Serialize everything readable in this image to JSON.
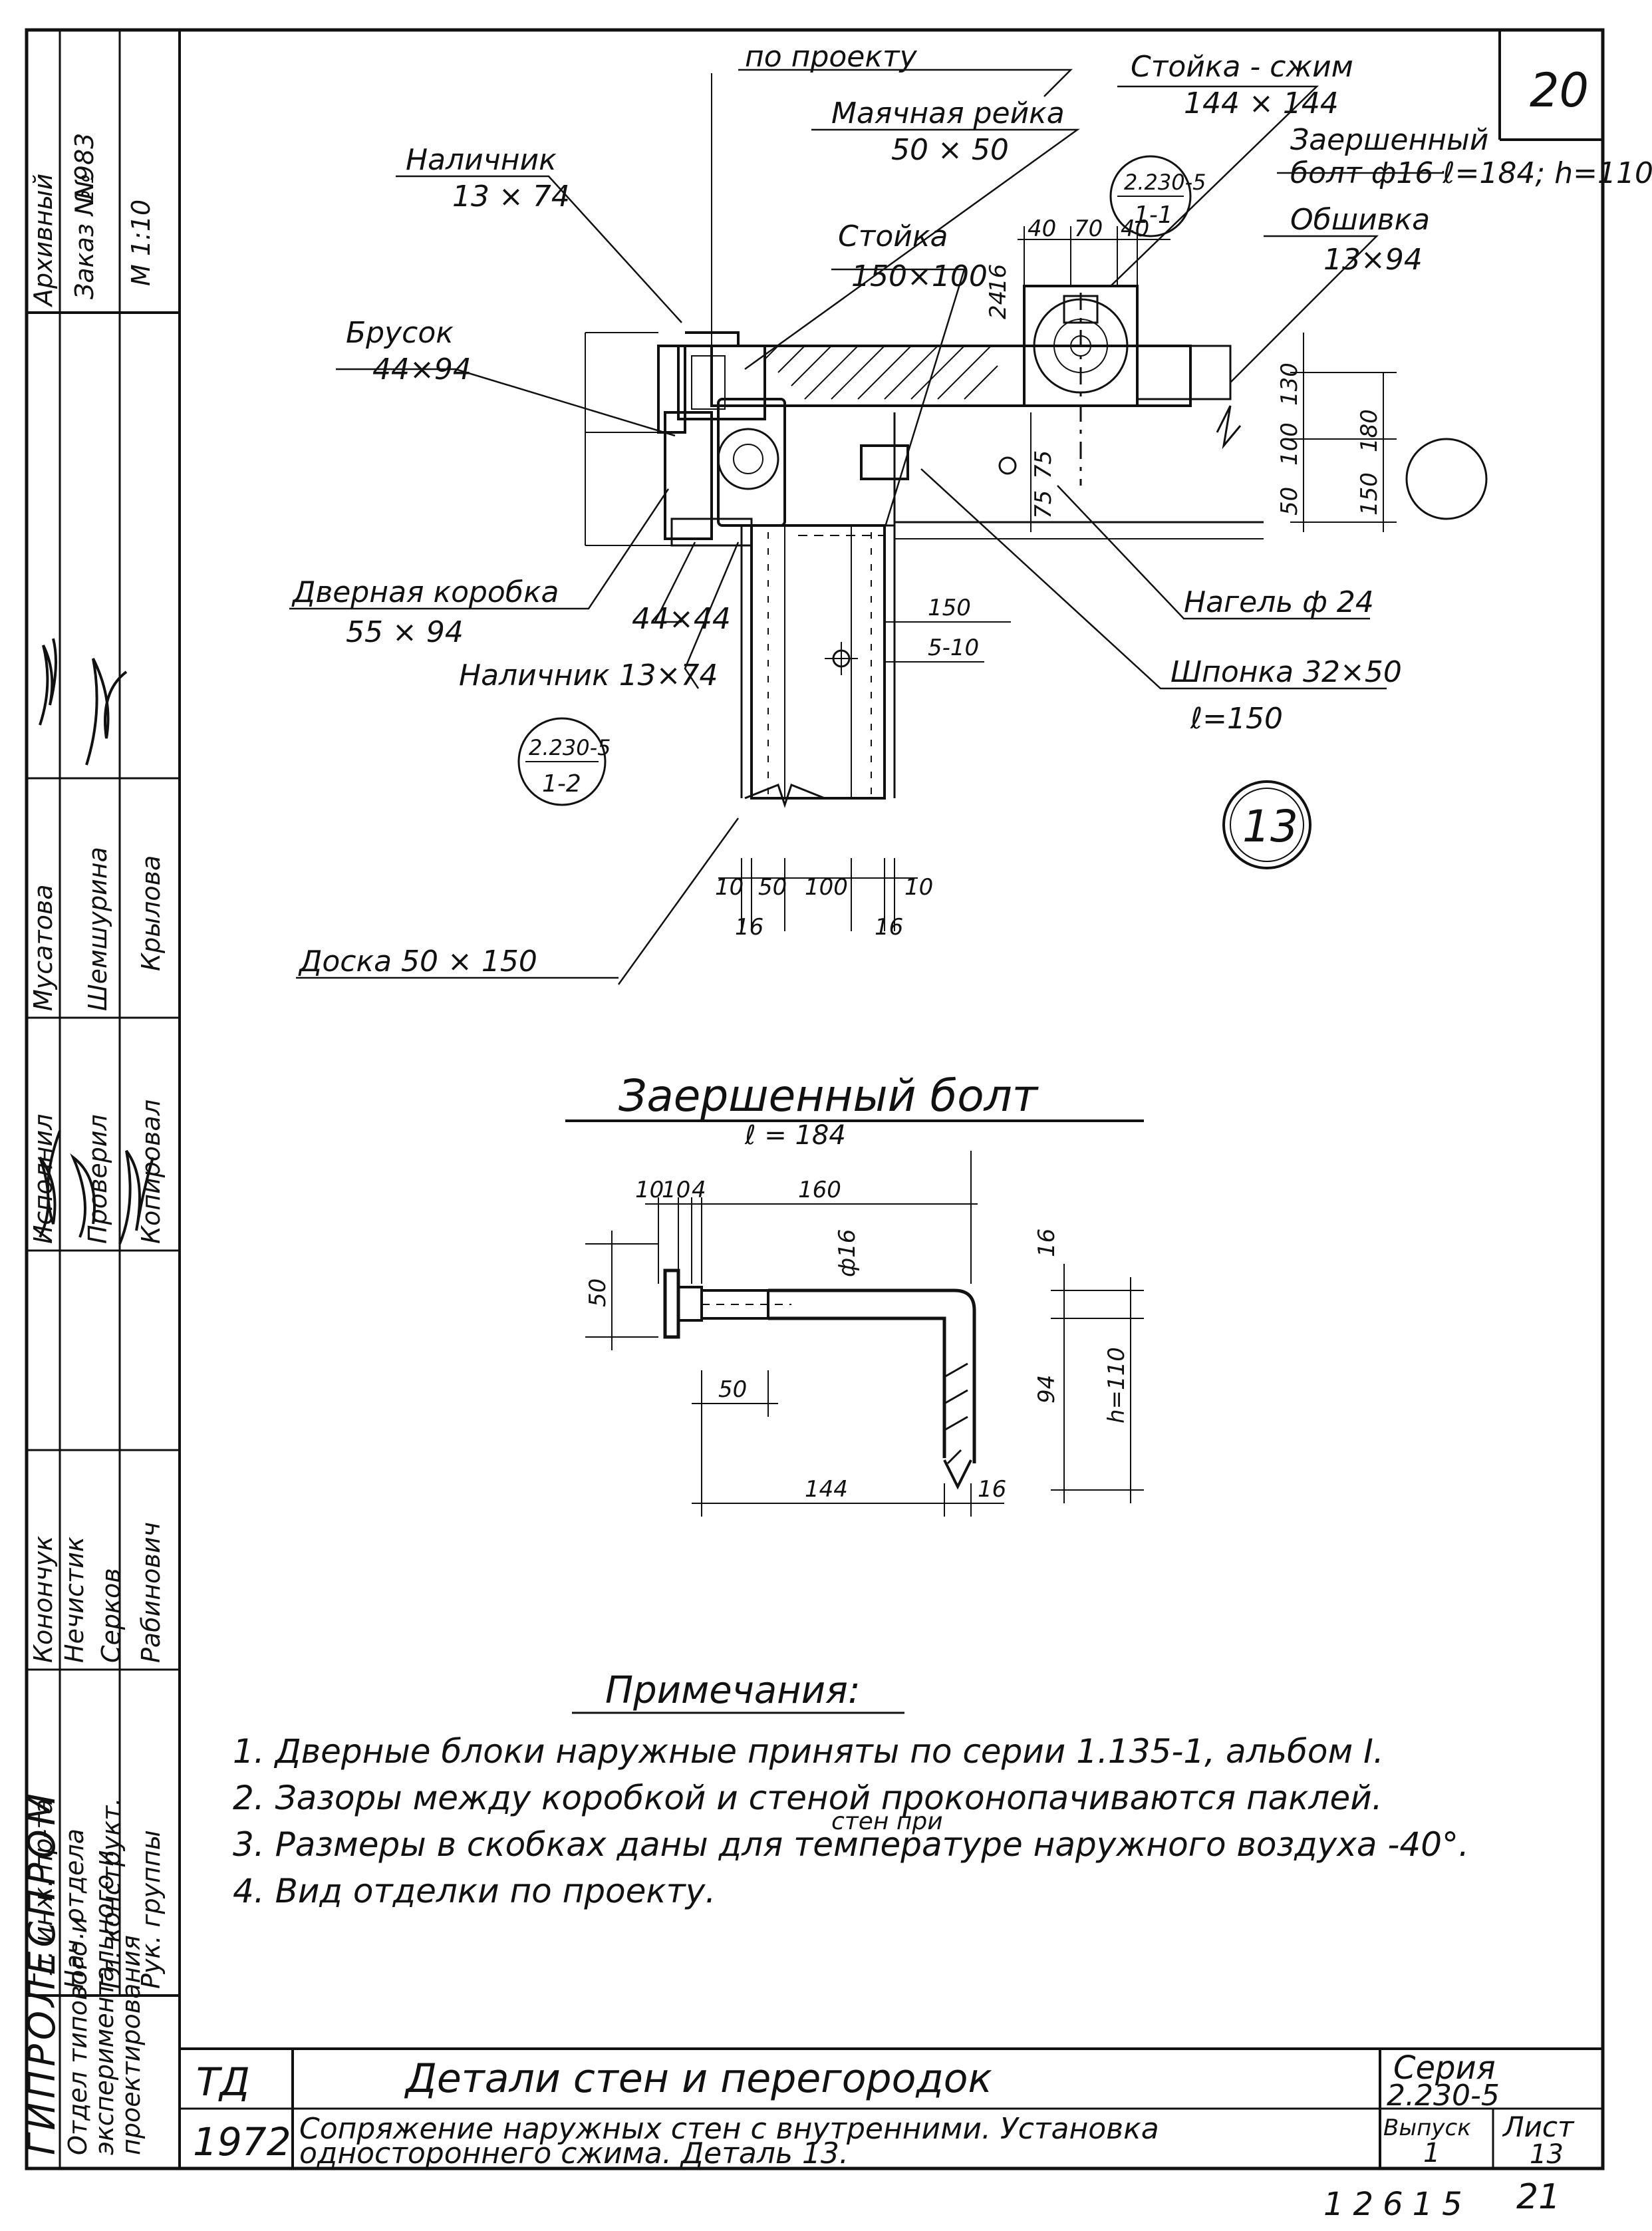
{
  "sheet": {
    "sheet_number": "20",
    "footer_number": "12615",
    "footer_page": "21"
  },
  "side_stamp": {
    "archive_label": "Архивный",
    "archive_no": "№",
    "order_label": "Заказ № 983",
    "scale_label": "М 1:10",
    "org_name": "ГИПРОЛЕСПРОМ",
    "org_dept_line1": "Отдел типового и",
    "org_dept_line2": "экспериментального и",
    "org_dept_line3": "проектирования",
    "roles": [
      {
        "role": "Гл. инж. пр-та",
        "name": "Конончук"
      },
      {
        "role": "Нач. отдела",
        "name": "Нечистик"
      },
      {
        "role": "Гл. конструкт.",
        "name": "Серков"
      },
      {
        "role": "Рук. группы",
        "name": "Рабинович"
      }
    ],
    "execs": [
      {
        "role": "Исполнил",
        "name": "Мусатова"
      },
      {
        "role": "Проверил",
        "name": "Шемшурина"
      },
      {
        "role": "Копировал",
        "name": "Крылова"
      }
    ]
  },
  "detail_13": {
    "callouts": {
      "po_proektu": "по проекту",
      "stoika_szhim": "Стойка - сжим",
      "stoika_szhim_size": "144 × 144",
      "mayachnaya": "Маячная рейка",
      "mayachnaya_size": "50 × 50",
      "nalichnik_top": "Наличник",
      "nalichnik_top_size": "13 × 74",
      "zaershenny": "Заершенный",
      "zaershenny_size": "болт ф16 ℓ=184; h=110",
      "obshivka": "Обшивка",
      "obshivka_size": "13×94",
      "stoika": "Стойка",
      "stoika_size": "150×100",
      "brusok": "Брусок",
      "brusok_size": "44×94",
      "dvernaya": "Дверная коробка",
      "dvernaya_size": "55 × 94",
      "size_44": "44×44",
      "nalichnik_bot": "Наличник 13×74",
      "nagel": "Нагель ф 24",
      "shponka": "Шпонка 32×50",
      "shponka_len": "ℓ=150",
      "doska": "Доска 50 × 150"
    },
    "refs": [
      {
        "top": "2.230-5",
        "bottom": "1-1"
      },
      {
        "top": "2.230-5",
        "bottom": "1-2"
      }
    ],
    "detail_number": "13",
    "dims": {
      "d40a": "40",
      "d70": "70",
      "d40b": "40",
      "d24": "24",
      "d16": "16",
      "d75a": "75",
      "d75b": "75",
      "d130": "130",
      "d100": "100",
      "d50": "50",
      "d180": "180",
      "d150v": "150",
      "d150h": "150",
      "d5_10": "5-10",
      "b10a": "10",
      "b50": "50",
      "b100": "100",
      "b10b": "10",
      "b16a": "16",
      "b16b": "16"
    }
  },
  "bolt": {
    "title": "Заершенный болт",
    "length_label": "ℓ = 184",
    "dims": {
      "t10a": "10",
      "t10b": "10",
      "t4": "4",
      "t160": "160",
      "phi16": "ф16",
      "h50": "50",
      "r16": "16",
      "h94": "94",
      "h110": "h=110",
      "w50": "50",
      "w144": "144",
      "w16": "16"
    }
  },
  "notes": {
    "heading": "Примечания:",
    "items": [
      "1. Дверные блоки наружные приняты по серии 1.135-1, альбом I.",
      "2. Зазоры между коробкой и стеной проконопачиваются паклей.",
      "3. Размеры в скобках даны для температуре наружного воздуха -40°.",
      "4. Вид отделки по проекту."
    ],
    "insert": "стен при"
  },
  "title_block": {
    "td": "ТД",
    "year": "1972",
    "title": "Детали стен и перегородок",
    "subtitle_1": "Сопряжение наружных стен с внутренними. Установка",
    "subtitle_2": "одностороннего сжима. Деталь 13.",
    "series_label": "Серия",
    "series_value": "2.230-5",
    "issue_label": "Выпуск",
    "issue_value": "1",
    "sheet_label": "Лист",
    "sheet_value": "13"
  }
}
